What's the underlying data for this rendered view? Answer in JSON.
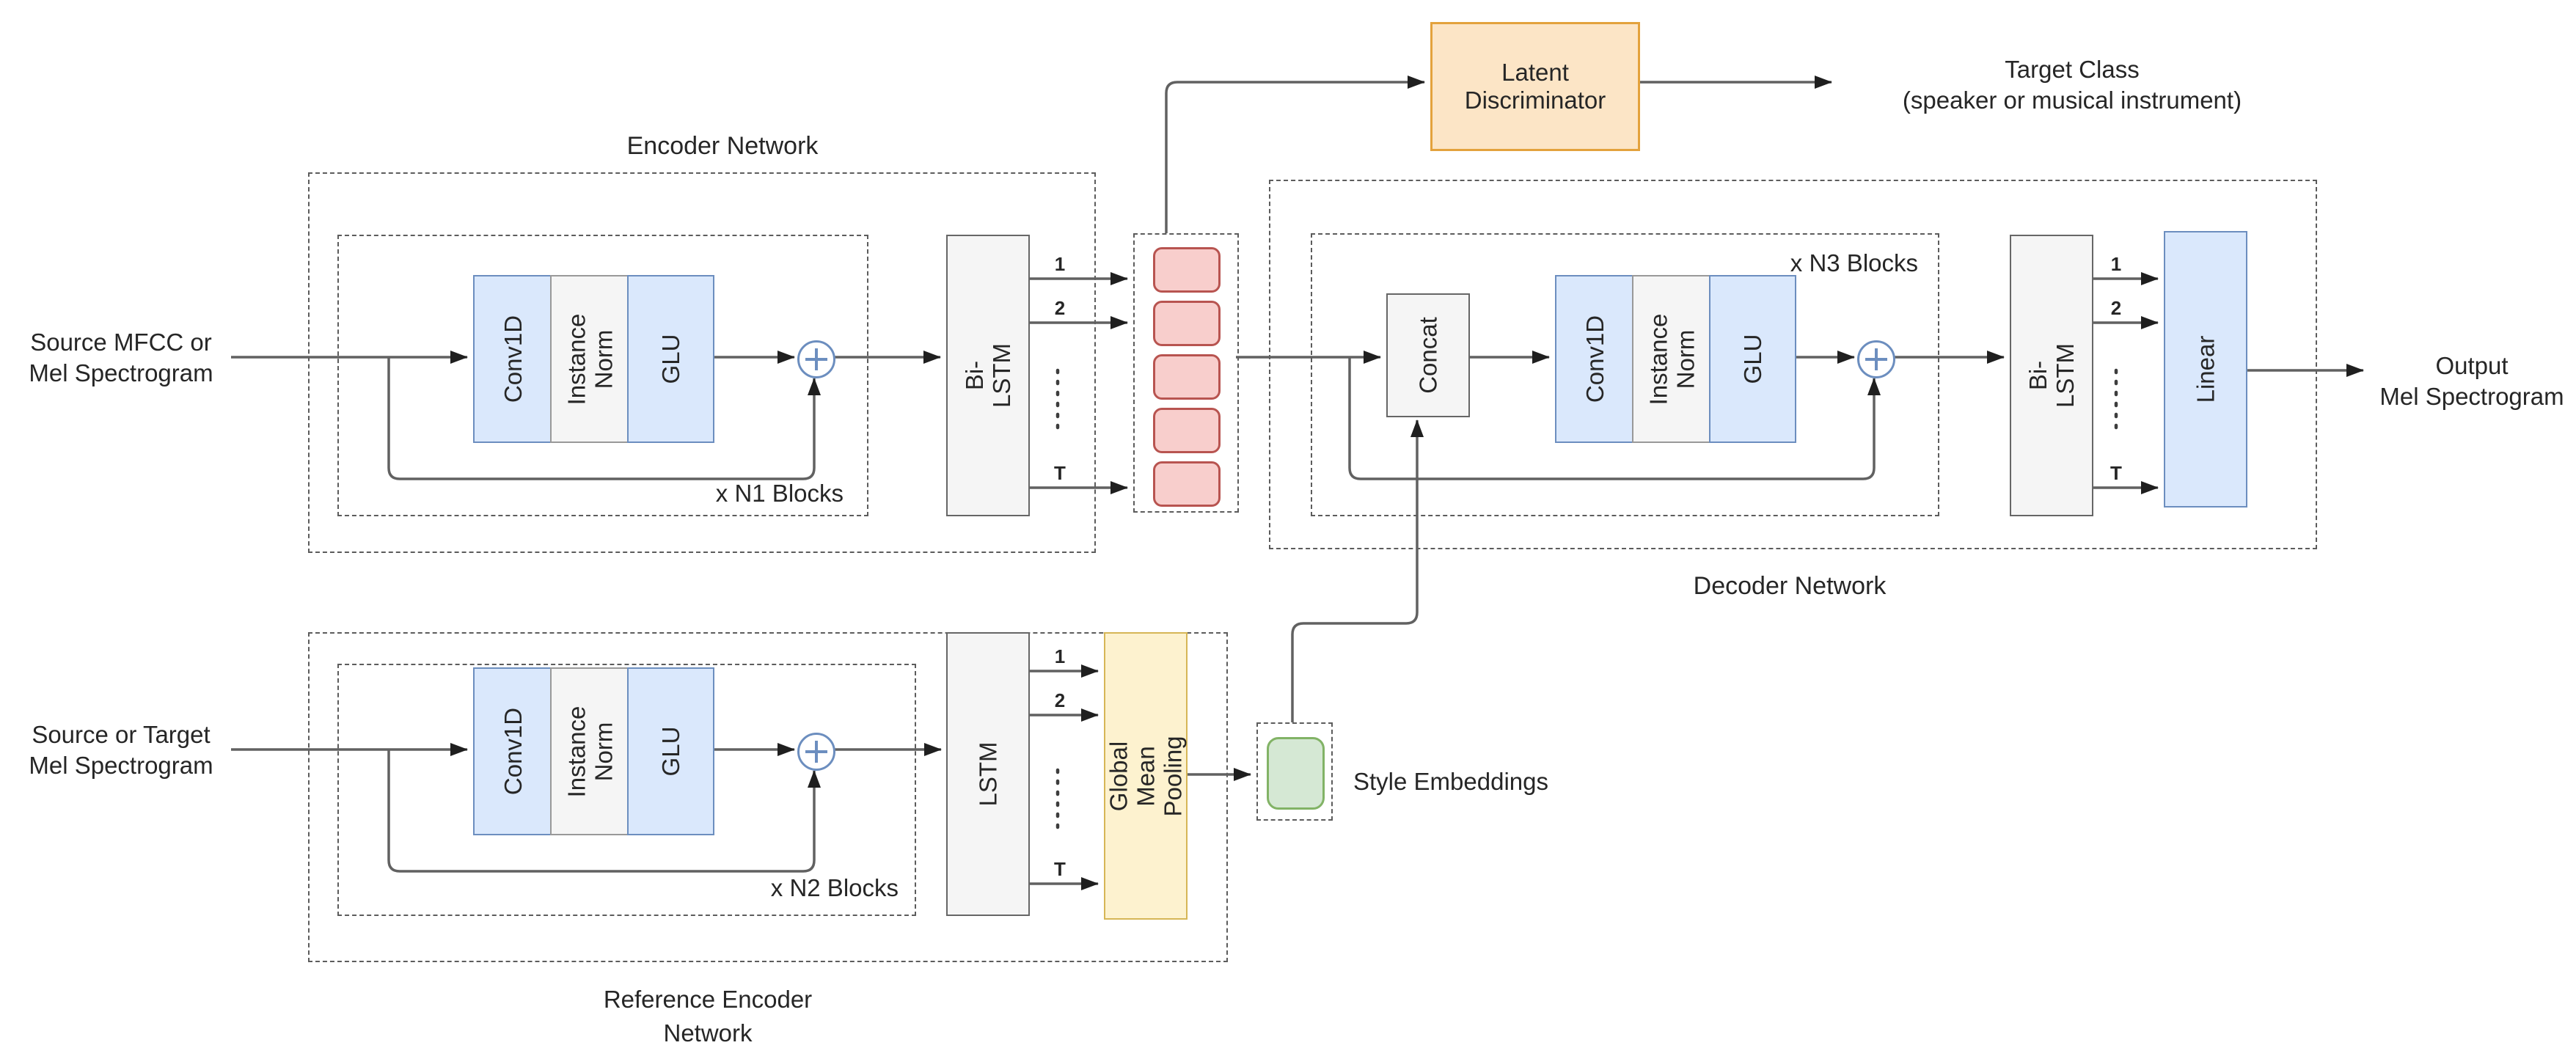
{
  "colors": {
    "blue_fill": "#dae8fc",
    "blue_stroke": "#6c8ebf",
    "gray_fill": "#f5f5f5",
    "gray_stroke": "#666666",
    "norm_stroke": "#999999",
    "pink_fill": "#f8cecc",
    "pink_stroke": "#b85450",
    "green_fill": "#d5e8d4",
    "green_stroke": "#82b366",
    "yellow_fill": "#fdf2cf",
    "yellow_stroke": "#d6b656",
    "orange_fill": "#fce5c6",
    "orange_stroke": "#e3a23d",
    "line": "#616161",
    "dash": "#5c5c5c",
    "text": "#262626"
  },
  "encoder": {
    "title": "Encoder Network",
    "input_line1": "Source MFCC or",
    "input_line2": "Mel Spectrogram",
    "conv": "Conv1D",
    "norm": "Instance Norm",
    "glu": "GLU",
    "repeat": "x N1 Blocks",
    "rnn": "Bi-LSTM",
    "out1": "1",
    "out2": "2",
    "outT": "T"
  },
  "reference": {
    "title_line1": "Reference Encoder",
    "title_line2": "Network",
    "input_line1": "Source or Target",
    "input_line2": "Mel Spectrogram",
    "conv": "Conv1D",
    "norm": "Instance Norm",
    "glu": "GLU",
    "repeat": "x N2 Blocks",
    "rnn": "LSTM",
    "pooling": "Global Mean Pooling",
    "out1": "1",
    "out2": "2",
    "outT": "T"
  },
  "decoder": {
    "title": "Decoder Network",
    "concat": "Concat",
    "conv": "Conv1D",
    "norm": "Instance Norm",
    "glu": "GLU",
    "repeat": "x N3 Blocks",
    "rnn": "Bi-LSTM",
    "linear": "Linear",
    "out1": "1",
    "out2": "2",
    "outT": "T"
  },
  "discriminator": {
    "line1": "Latent",
    "line2": "Discriminator",
    "target_line1": "Target Class",
    "target_line2": "(speaker or musical instrument)"
  },
  "style_embeddings": {
    "label": "Style Embeddings"
  },
  "output": {
    "line1": "Output",
    "line2": "Mel Spectrogram"
  }
}
